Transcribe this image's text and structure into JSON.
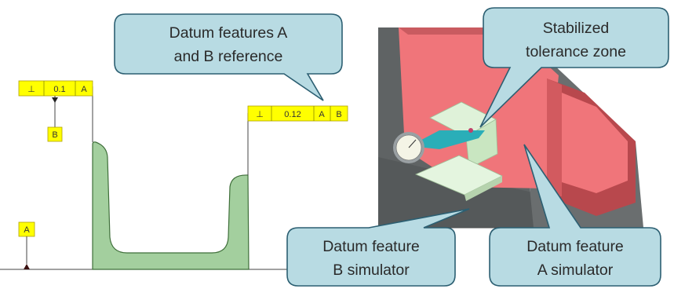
{
  "callouts": {
    "datum_ref": {
      "line1": "Datum features A",
      "line2": "and B reference"
    },
    "stabilized": {
      "line1": "Stabilized",
      "line2": "tolerance zone"
    },
    "sim_b": {
      "line1": "Datum feature",
      "line2": "B simulator"
    },
    "sim_a": {
      "line1": "Datum feature",
      "line2": "A simulator"
    }
  },
  "drawing": {
    "fcf_left": {
      "symbol": "⊥",
      "tolerance": "0.1",
      "datum": "A"
    },
    "fcf_right": {
      "symbol": "⊥",
      "tolerance": "0.12",
      "datum1": "A",
      "datum2": "B"
    },
    "datum_b_label": "B",
    "datum_a_label": "A"
  },
  "colors": {
    "callout_fill": "#b8dbe3",
    "callout_stroke": "#2c5f72",
    "part_fill": "#a3cf9e",
    "part_stroke": "#3f6f3a",
    "fcf_fill": "#ffff00",
    "simulator_a": "#f0757a",
    "simulator_b": "#5f6364"
  }
}
